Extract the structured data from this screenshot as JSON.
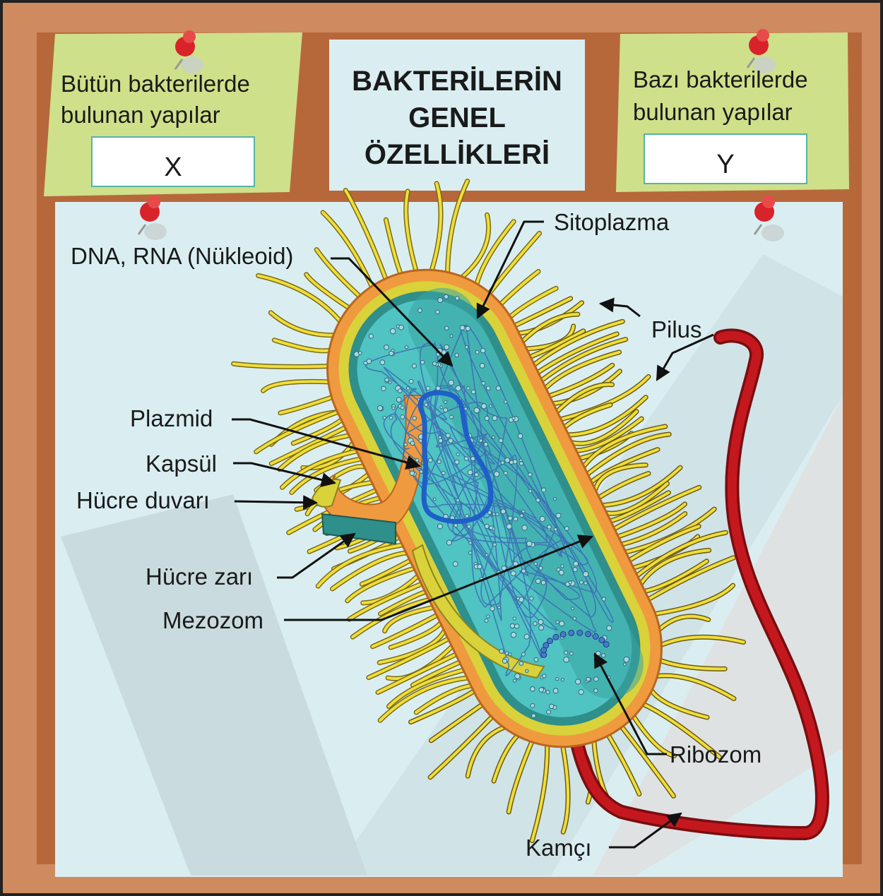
{
  "board": {
    "title_lines": [
      "BAKTERİLERİN",
      "GENEL",
      "ÖZELLİKLERİ"
    ],
    "left_note": {
      "lines": [
        "Bütün bakterilerde",
        "bulunan yapılar"
      ],
      "box": "X"
    },
    "right_note": {
      "lines": [
        "Bazı bakterilerde",
        "bulunan yapılar"
      ],
      "box": "Y"
    }
  },
  "labels": {
    "sitoplazma": "Sitoplazma",
    "dna": "DNA, RNA (Nükleoid)",
    "pilus": "Pilus",
    "plazmid": "Plazmid",
    "kapsul": "Kapsül",
    "hucre_duvari": "Hücre duvarı",
    "hucre_zari": "Hücre zarı",
    "mezozom": "Mezozom",
    "ribozom": "Ribozom",
    "kamci": "Kamçı"
  },
  "colors": {
    "board_frame": "#cf8a5f",
    "board_inner": "#b6683b",
    "note": "#cfe08a",
    "panel": "#daeef2",
    "capsule": "#ef9a3f",
    "wall": "#d9d23a",
    "membrane": "#2f8f8a",
    "cytoplasm": "#4fc4c2",
    "plasmid": "#1f5fc8",
    "flagellum": "#c4181e",
    "pili": "#f0de3a"
  }
}
